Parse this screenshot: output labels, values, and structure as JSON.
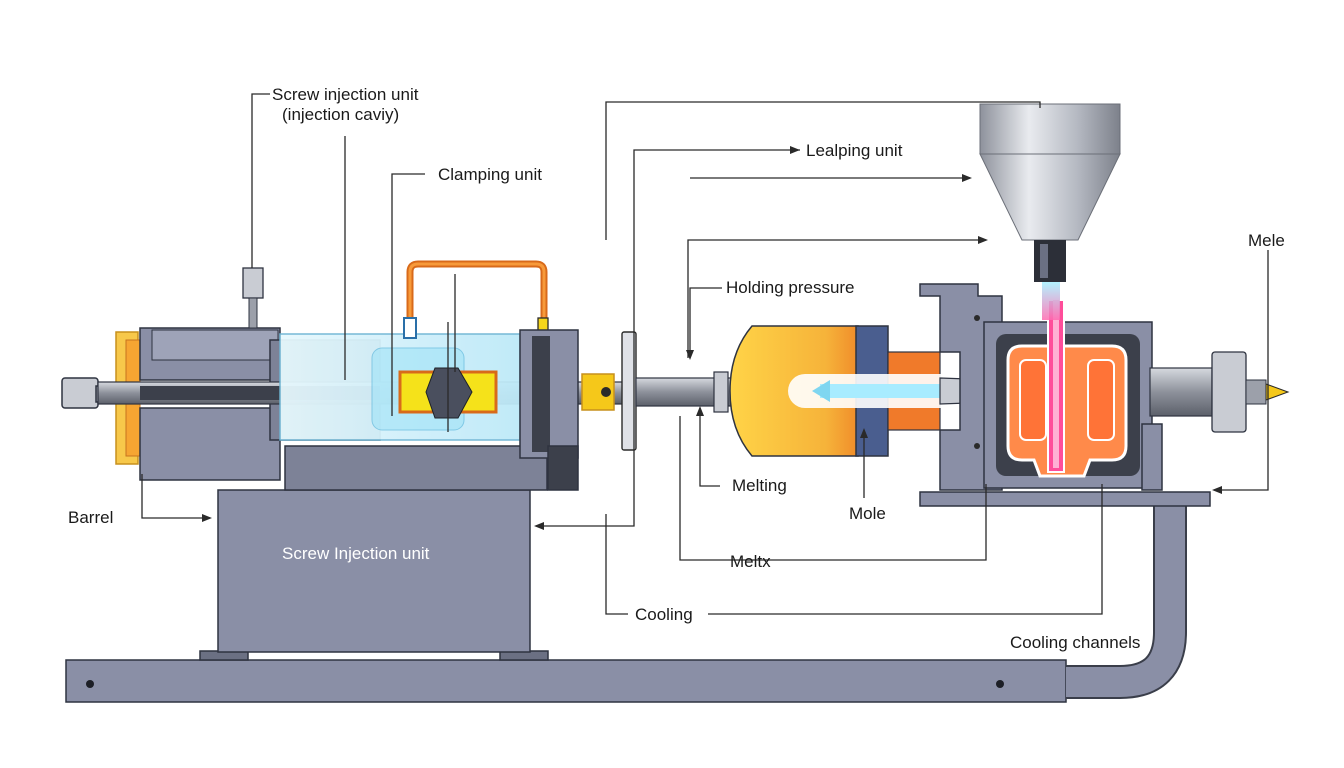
{
  "labels": {
    "screw_injection_unit_top_line1": "Screw injection unit",
    "screw_injection_unit_top_line2": "(injection caviy)",
    "clamping_unit": "Clamping unit",
    "lealping_unit": "Lealping unit",
    "mele_right": "Mele",
    "holding_pressure": "Holding pressure",
    "barrel": "Barrel",
    "screw_injection_unit_body": "Screw Injection unit",
    "melting": "Melting",
    "mole": "Mole",
    "meltx": "Meltx",
    "cooling": "Cooling",
    "cooling_channels": "Cooling channels"
  },
  "colors": {
    "machine_gray": "#8a8fa6",
    "machine_dark": "#4a4f5e",
    "glass_blue": "#cdeefa",
    "heater_yellow": "#f5e21a",
    "orange": "#f07a2a",
    "melt_orange": "#ff8a4a",
    "melt_pink": "#ff4d9a",
    "hopper_silver": "#b9bcc4",
    "barrel_yellow": "#f6c343",
    "barrel_blue": "#4a5e8f",
    "leader": "#2a2a2a"
  }
}
